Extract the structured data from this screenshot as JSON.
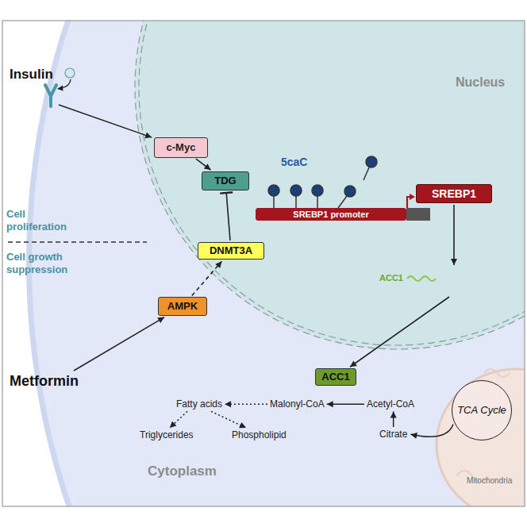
{
  "diagram": {
    "nodes": [
      {
        "text": [
          "c-Myc"
        ]
      },
      {
        "text": [
          "TDG"
        ]
      },
      {
        "text": [
          "SREBP1"
        ]
      },
      {
        "text": [
          "SREBP1 promoter"
        ]
      },
      {
        "text": [
          "DNMT3A"
        ]
      },
      {
        "text": [
          "AMPK"
        ]
      },
      {
        "text": [
          "ACC1"
        ]
      },
      {
        "text": [
          "TCA Cycle"
        ]
      }
    ],
    "edges": [
      {
        "from": 0,
        "to": 1,
        "arrow": "to"
      },
      {
        "from": 4,
        "to": 1,
        "arrow": "to"
      },
      {
        "from": 5,
        "to": 4,
        "arrow": "to"
      },
      {
        "from": 2,
        "to": 6,
        "arrow": "to"
      }
    ],
    "labels": [
      "Insulin",
      "Nucleus",
      "5caC",
      "Cell proliferation",
      "Cell growth suppression",
      "ACC1",
      "Metformin",
      "Fatty acids",
      "Malonyl-CoA",
      "Acetyl-CoA",
      "Triglycerides",
      "Phospholipid",
      "Citrate",
      "Cytoplasm",
      "Mitochondria"
    ]
  }
}
